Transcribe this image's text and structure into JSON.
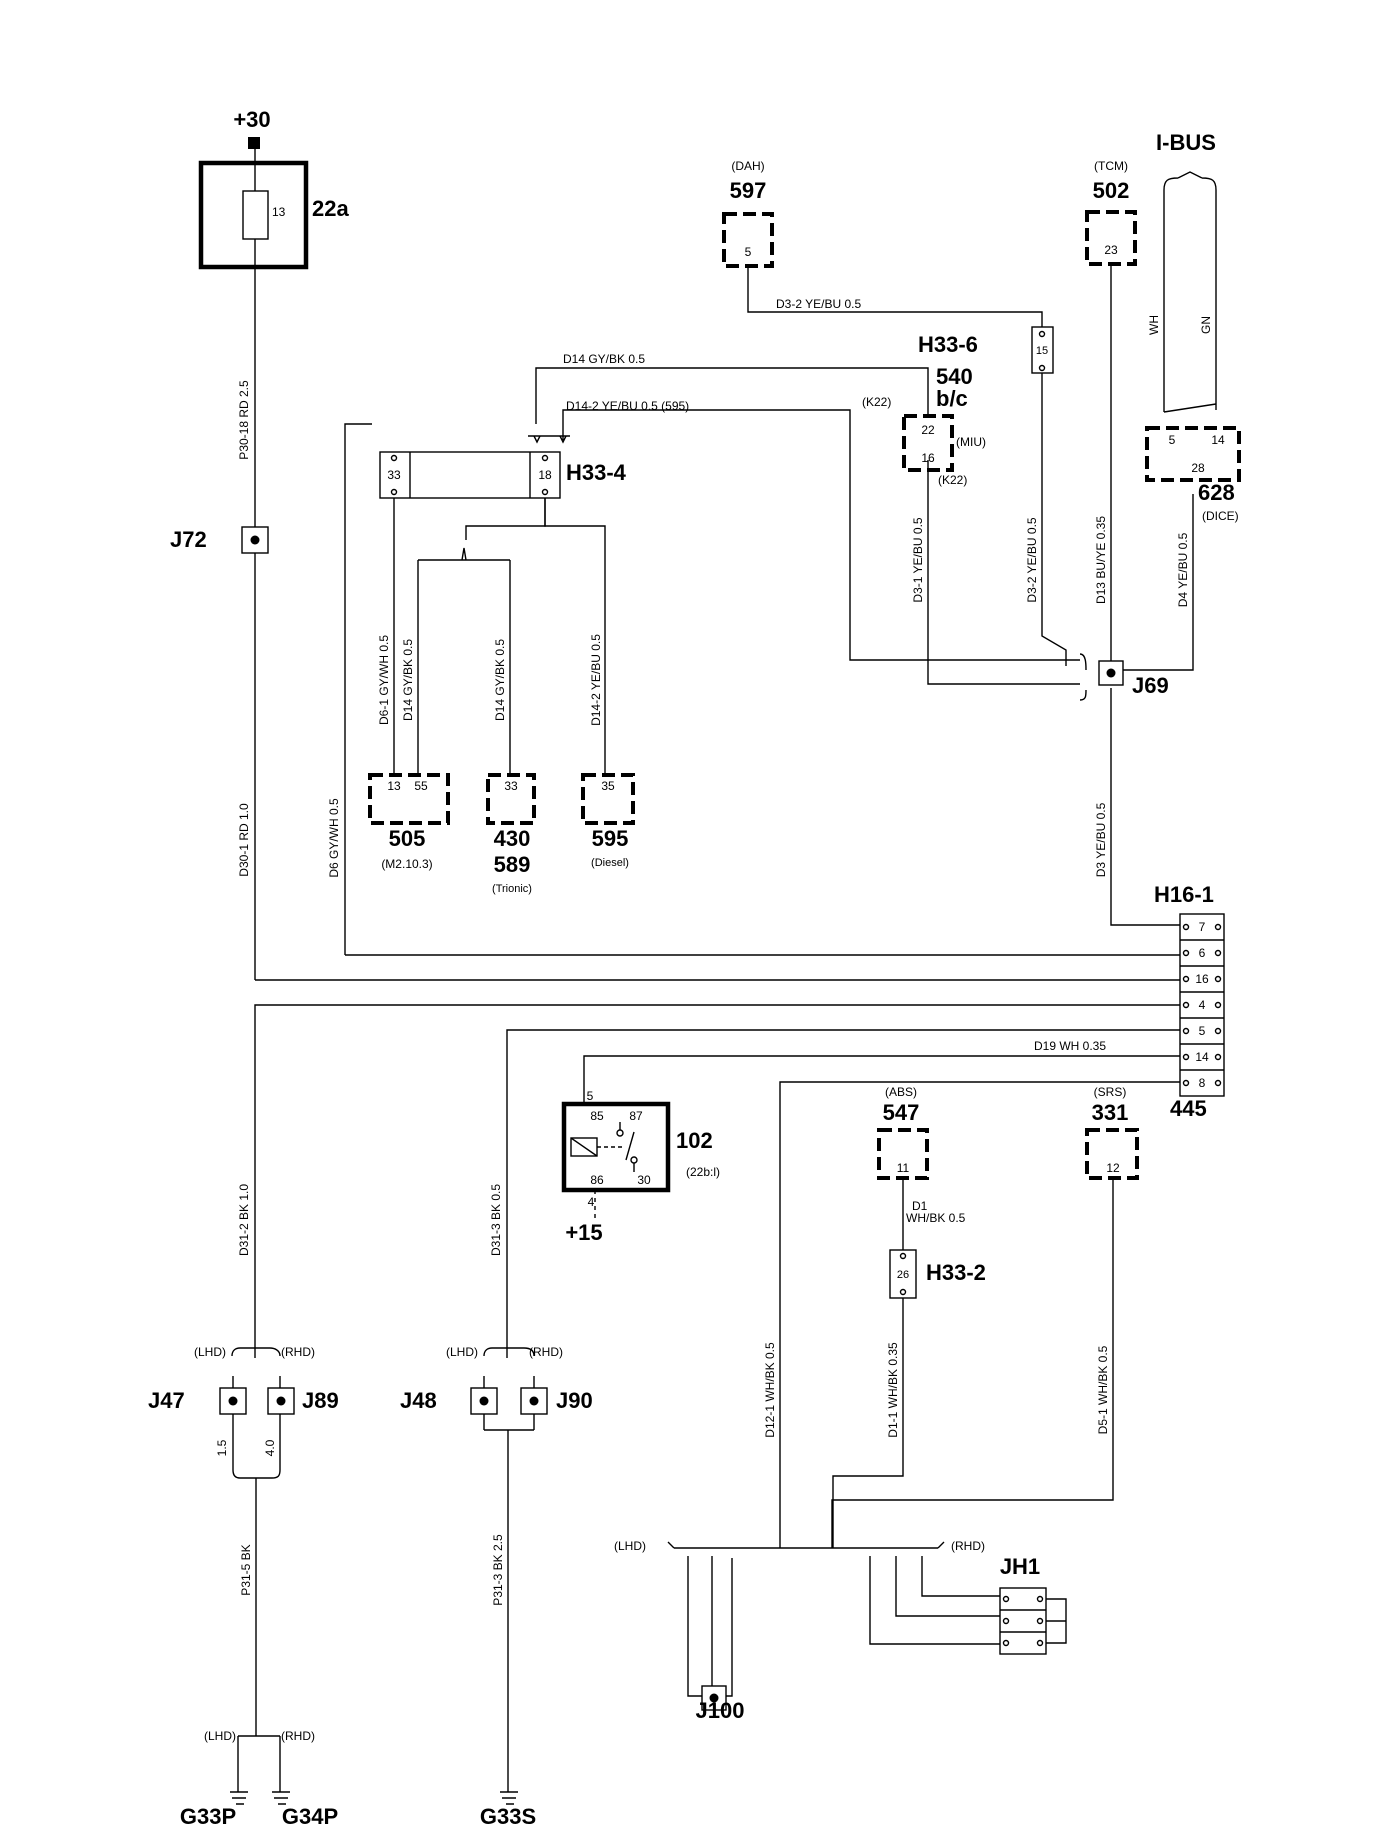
{
  "power": {
    "supply": "+30",
    "fuse_id": "22a",
    "fuse_num": "13",
    "ignition": "+15"
  },
  "modules": {
    "dah": {
      "tag": "(DAH)",
      "id": "597",
      "pin": "5"
    },
    "tcm": {
      "tag": "(TCM)",
      "id": "502",
      "pin": "23"
    },
    "ibus": "I-BUS",
    "miu": {
      "id": "540",
      "sub": "b/c",
      "tag": "(MIU)",
      "k22_top": "(K22)",
      "k22_bottom": "(K22)",
      "pin_top": "22",
      "pin_bottom": "16"
    },
    "dice": {
      "id": "628",
      "tag": "(DICE)",
      "pin_a": "5",
      "pin_b": "14",
      "pin_c": "28"
    },
    "m2103": {
      "id": "505",
      "tag": "(M2.10.3)",
      "pin_a": "13",
      "pin_b": "55"
    },
    "trionic": {
      "id1": "430",
      "id2": "589",
      "tag": "(Trionic)",
      "pin": "33"
    },
    "diesel": {
      "id": "595",
      "tag": "(Diesel)",
      "pin": "35"
    },
    "abs": {
      "tag": "(ABS)",
      "id": "547",
      "pin": "11"
    },
    "srs": {
      "tag": "(SRS)",
      "id": "331",
      "pin": "12"
    },
    "relay": {
      "id": "102",
      "tag": "(22b:l)",
      "pin85": "85",
      "pin87": "87",
      "pin86": "86",
      "pin30": "30",
      "wire_top": "5",
      "wire_bottom": "4"
    }
  },
  "connectors": {
    "h33_4": {
      "id": "H33-4",
      "pin_left": "33",
      "pin_right": "18"
    },
    "h33_6": {
      "id": "H33-6",
      "pin": "15"
    },
    "h33_2": {
      "id": "H33-2",
      "pin": "26"
    },
    "h16_1": {
      "id": "H16-1",
      "pins": [
        "7",
        "6",
        "16",
        "4",
        "5",
        "14",
        "8"
      ],
      "bottom": "445"
    }
  },
  "junctions": {
    "j72": "J72",
    "j69": "J69",
    "j47": "J47",
    "j89": "J89",
    "j48": "J48",
    "j90": "J90",
    "j100": "J100",
    "jh1": "JH1"
  },
  "grounds": {
    "g33p": "G33P",
    "g34p": "G34P",
    "g33s": "G33S"
  },
  "market": {
    "lhd": "(LHD)",
    "rhd": "(RHD)"
  },
  "wires": {
    "p30_18": "P30-18   RD 2.5",
    "d30_1": "D30-1   RD 1.0",
    "d6": "D6 GY/WH 0.5",
    "d6_1": "D6-1   GY/WH 0.5",
    "d14_a": "D14   GY/BK 0.5",
    "d14_b": "D14   GY/BK 0.5",
    "d14_2v": "D14-2   YE/BU 0.5",
    "d14_top": "D14    GY/BK  0.5",
    "d14_2_top": "D14-2   YE/BU  0.5   (595)",
    "d3_2_top": "D3-2   YE/BU   0.5",
    "d3_1": "D3-1   YE/BU  0.5",
    "d3_2": "D3-2   YE/BU  0.5",
    "d13": "D13  BU/YE  0.35",
    "d4": "D4  YE/BU  0.5",
    "d3": "D3   YE/BU  0.5",
    "wh": "WH",
    "gn": "GN",
    "d19": "D19   WH 0.35",
    "d1_a": "D1",
    "d1_b": "WH/BK 0.5",
    "d31_2": "D31-2   BK 1.0",
    "d31_3": "D31-3   BK 0.5",
    "d12_1": "D12-1   WH/BK 0.5",
    "d1_1": "D1-1   WH/BK 0.35",
    "d5_1": "D5-1   WH/BK 0.5",
    "size_15": "1.5",
    "size_40": "4.0",
    "p31_5": "P31-5          BK",
    "p31_3": "P31-3     BK 2.5"
  }
}
